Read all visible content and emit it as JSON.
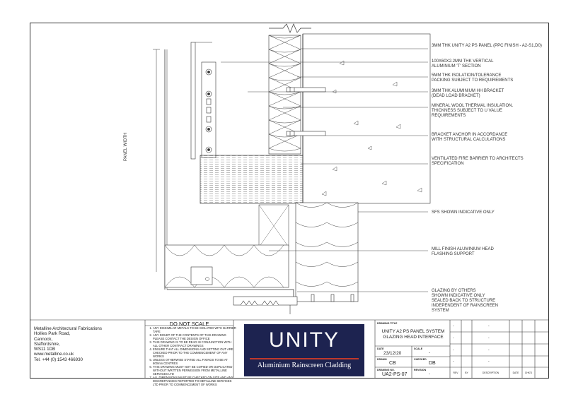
{
  "drawing_labels": {
    "panel_width": "PANEL WIDTH"
  },
  "annotations": [
    "3MM THK UNITY A2 PS PANEL (PPC FINISH - A2-S1,D0)",
    "100X60X2.2MM THK VERTICAL\nALUMINIUM 'T' SECTION",
    "5MM THK ISOLATION/TOLERANCE\nPACKING SUBJECT TO REQUIREMENTS",
    "3MM THK ALUMINIUM HH BRACKET\n(DEAD LOAD BRACKET)",
    "MINERAL WOOL THERMAL INSULATION.\nTHICKNESS SUBJECT TO U VALUE\nREQUIREMENTS",
    "BRACKET ANCHOR IN ACCORDANCE\nWITH STRUCTURAL CALCULATIONS",
    "VENTILATED FIRE BARRIER TO ARCHITECTS\nSPECIFICATION",
    "SFS SHOWN INDICATIVE ONLY",
    "MILL FINISH ALUMINIUM HEAD\nFLASHING SUPPORT",
    "GLAZING BY OTHERS\nSHOWN INDICATIVE ONLY\nSEALED BACK TO STRUCTURE\nINDEPENDENT OF RAINSCREEN\nSYSTEM"
  ],
  "title_block": {
    "company": "Metalline Architectural Fabrications\nHollies Park Road,\nCannock,\nStaffordshire,\nWS11 1DB\nwww.metalline.co.uk\nTel. +44 (0) 1543 466930",
    "do_not_scale": "DO NOT SCALE",
    "notes": [
      "ANY DISSIMILAR METALS TO BE ISOLATED WITH BARRIER TAPE",
      "ANY DOUBT OF THE CONTENTS OF THIS DRAWING PLEASE CONTACT THE DESIGN OFFICE",
      "THIS DRAWING IS TO BE READ IN CONJUNCTION WITH ALL OTHER CONTRACT DRAWINGS",
      "ENSURE THAT ALL DIMENSIONS AND SETTING OUT ARE CHECKED PRIOR TO THE COMMENCEMENT OF ANY WORKS",
      "UNLESS OTHERWISE STATED ALL FIXINGS TO BE AT 600mm CENTRES",
      "THIS DRAWING MUST NOT BE COPIED OR DUPLICATED WITHOUT WRITTEN PERMISSION FROM METALLINE SERVICES LTD",
      "ALL DIMENSIONS MUST BE CHECKED ON SITE AND ANY DISCREPANCIES REPORTED TO METALLINE SERVICES LTD PRIOR TO COMMENCEMENT OF WORKS"
    ],
    "logo_word": "UNITY",
    "logo_tagline": "Aluminium Rainscreen Cladding",
    "drawing_title_label": "DRAWING TITLE",
    "drawing_title": "UNITY A2 PS PANEL SYSTEM\nGLAZING HEAD INTERFACE",
    "date_label": "DATE",
    "date": "23/12/20",
    "scale_label": "SCALE",
    "scale": "-",
    "drawn_label": "DRAWN",
    "drawn": "CB",
    "checked_label": "CHECKED",
    "checked": "DB",
    "drawing_no_label": "DRAWING No.",
    "drawing_no": "UA2-PS-07",
    "revision_label": "REVISION",
    "revision": "-",
    "revision_headers": [
      "REV",
      "BY",
      "DESCRIPTION",
      "DATE",
      "CHK'D"
    ],
    "revision_dash": "-"
  },
  "colors": {
    "logo_bg": "#1d2350",
    "logo_rule": "#c0392b",
    "line": "#333333"
  }
}
